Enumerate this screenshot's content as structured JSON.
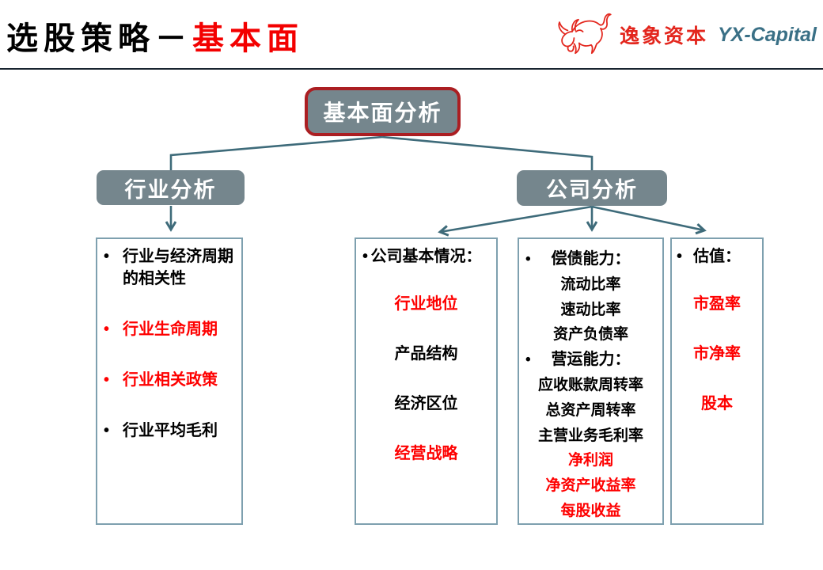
{
  "header": {
    "title_black": "选股策略－",
    "title_red": "基本面"
  },
  "logo": {
    "bull_icon": "bull-outline-icon",
    "name_cn": "逸象资本",
    "name_en": "YX-Capital"
  },
  "diagram": {
    "root_label": "基本面分析",
    "branch_industry_label": "行业分析",
    "branch_company_label": "公司分析",
    "industry_box": {
      "items": [
        {
          "text": "行业与经济周期的相关性",
          "color": "black"
        },
        {
          "text": "行业生命周期",
          "color": "red"
        },
        {
          "text": "行业相关政策",
          "color": "red"
        },
        {
          "text": "行业平均毛利",
          "color": "black"
        }
      ]
    },
    "company_basic_box": {
      "header": "公司基本情况：",
      "items": [
        {
          "text": "行业地位",
          "color": "red"
        },
        {
          "text": "产品结构",
          "color": "black"
        },
        {
          "text": "经济区位",
          "color": "black"
        },
        {
          "text": "经营战略",
          "color": "red"
        }
      ]
    },
    "ability_box": {
      "sections": [
        {
          "header": "偿债能力：",
          "items": [
            {
              "text": "流动比率",
              "color": "black"
            },
            {
              "text": "速动比率",
              "color": "black"
            },
            {
              "text": "资产负债率",
              "color": "black"
            }
          ]
        },
        {
          "header": "营运能力：",
          "items": [
            {
              "text": "应收账款周转率",
              "color": "black"
            },
            {
              "text": "总资产周转率",
              "color": "black"
            },
            {
              "text": "主营业务毛利率",
              "color": "black"
            },
            {
              "text": "净利润",
              "color": "red"
            },
            {
              "text": "净资产收益率",
              "color": "red"
            },
            {
              "text": "每股收益",
              "color": "red"
            }
          ]
        }
      ]
    },
    "valuation_box": {
      "header": "估值：",
      "items": [
        {
          "text": "市盈率",
          "color": "red"
        },
        {
          "text": "市净率",
          "color": "red"
        },
        {
          "text": "股本",
          "color": "red"
        }
      ]
    }
  },
  "colors": {
    "title_red": "#f30000",
    "list_red": "#fe0000",
    "node_fill": "#75868d",
    "root_border_red": "#ab1e22",
    "connector": "#3e6b7a",
    "content_box_border": "#7ea0af",
    "header_rule": "#18242f",
    "logo_red": "#e3261d",
    "logo_blue": "#3a7086"
  }
}
